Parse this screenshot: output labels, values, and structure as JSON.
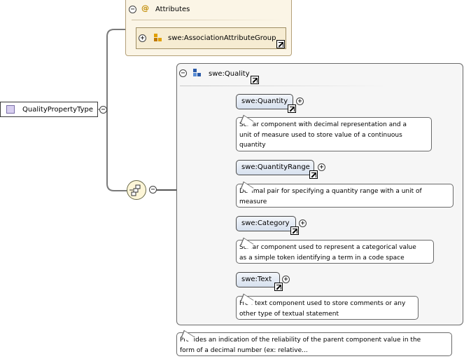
{
  "root": {
    "label": "QualityPropertyType",
    "icon": "element-icon"
  },
  "attributes": {
    "title": "Attributes",
    "at_symbol": "@",
    "group": {
      "label": "swe:AssociationAttributeGroup",
      "icon": "attribute-group-icon"
    }
  },
  "group": {
    "label": "swe:Quality",
    "icon": "model-group-icon"
  },
  "compositors": {
    "outer": "sequence-compositor-icon",
    "inner": "choice-compositor-icon"
  },
  "glyphs": {
    "collapse": "−",
    "expand": "+"
  },
  "children": [
    {
      "label": "swe:Quantity",
      "description": [
        "Scalar component with decimal representation and a",
        "unit of measure used to store value of a continuous",
        "quantity"
      ]
    },
    {
      "label": "swe:QuantityRange",
      "description": [
        "Decimal pair for specifying a quantity range with a unit of",
        "measure"
      ]
    },
    {
      "label": "swe:Category",
      "description": [
        "Scalar component used to represent a categorical value",
        "as a simple token identifying a term in a code space"
      ]
    },
    {
      "label": "swe:Text",
      "description": [
        "Free text component used to store comments or any",
        "other type of textual statement"
      ]
    }
  ],
  "root_description": [
    "Provides an indication of the reliability of the parent component value in the",
    "form of a decimal number (ex: relative..."
  ]
}
